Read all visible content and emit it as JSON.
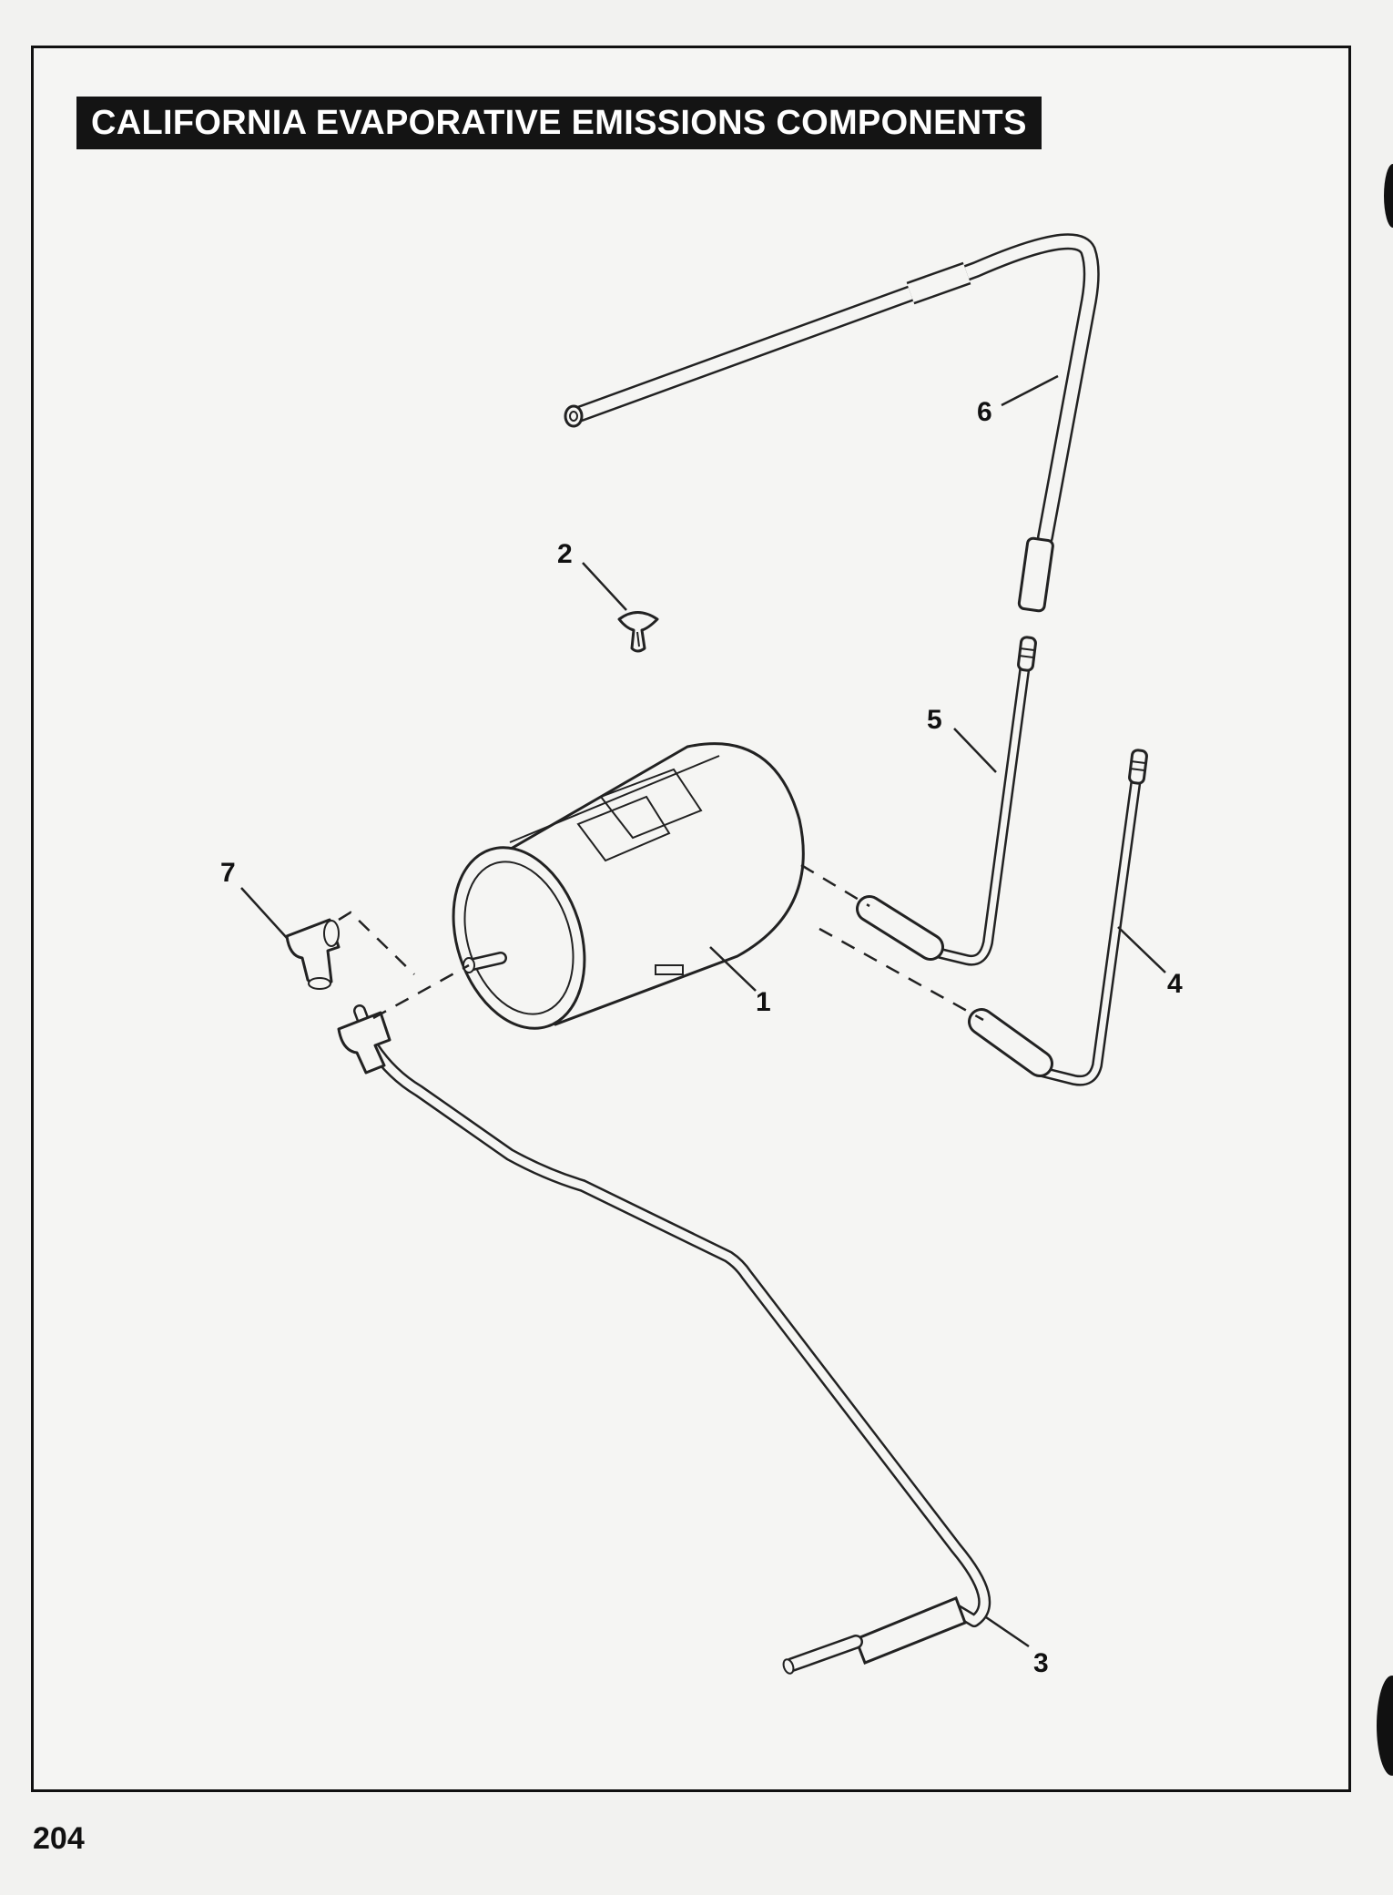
{
  "title": "CALIFORNIA EVAPORATIVE EMISSIONS COMPONENTS",
  "page_number": "204",
  "callouts": [
    "1",
    "2",
    "3",
    "4",
    "5",
    "6",
    "7"
  ]
}
